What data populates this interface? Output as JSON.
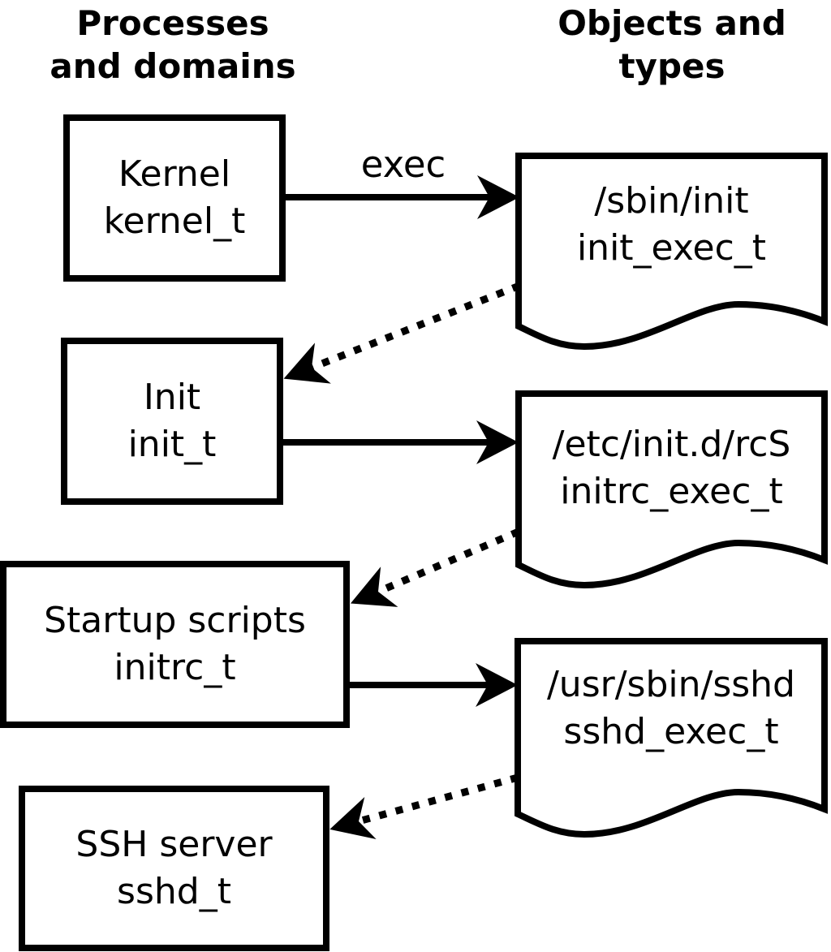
{
  "headers": {
    "left": "Processes\nand domains",
    "right": "Objects and\ntypes"
  },
  "edge_labels": {
    "exec": "exec"
  },
  "nodes": {
    "kernel": {
      "title": "Kernel",
      "type": "kernel_t"
    },
    "init": {
      "title": "Init",
      "type": "init_t"
    },
    "startup": {
      "title": "Startup scripts",
      "type": "initrc_t"
    },
    "sshd": {
      "title": "SSH server",
      "type": "sshd_t"
    }
  },
  "objects": {
    "init_exec": {
      "path": "/sbin/init",
      "type": "init_exec_t"
    },
    "initrc_exec": {
      "path": "/etc/init.d/rcS",
      "type": "initrc_exec_t"
    },
    "sshd_exec": {
      "path": "/usr/sbin/sshd",
      "type": "sshd_exec_t"
    }
  },
  "colors": {
    "ink": "#000000",
    "background": "#ffffff"
  }
}
